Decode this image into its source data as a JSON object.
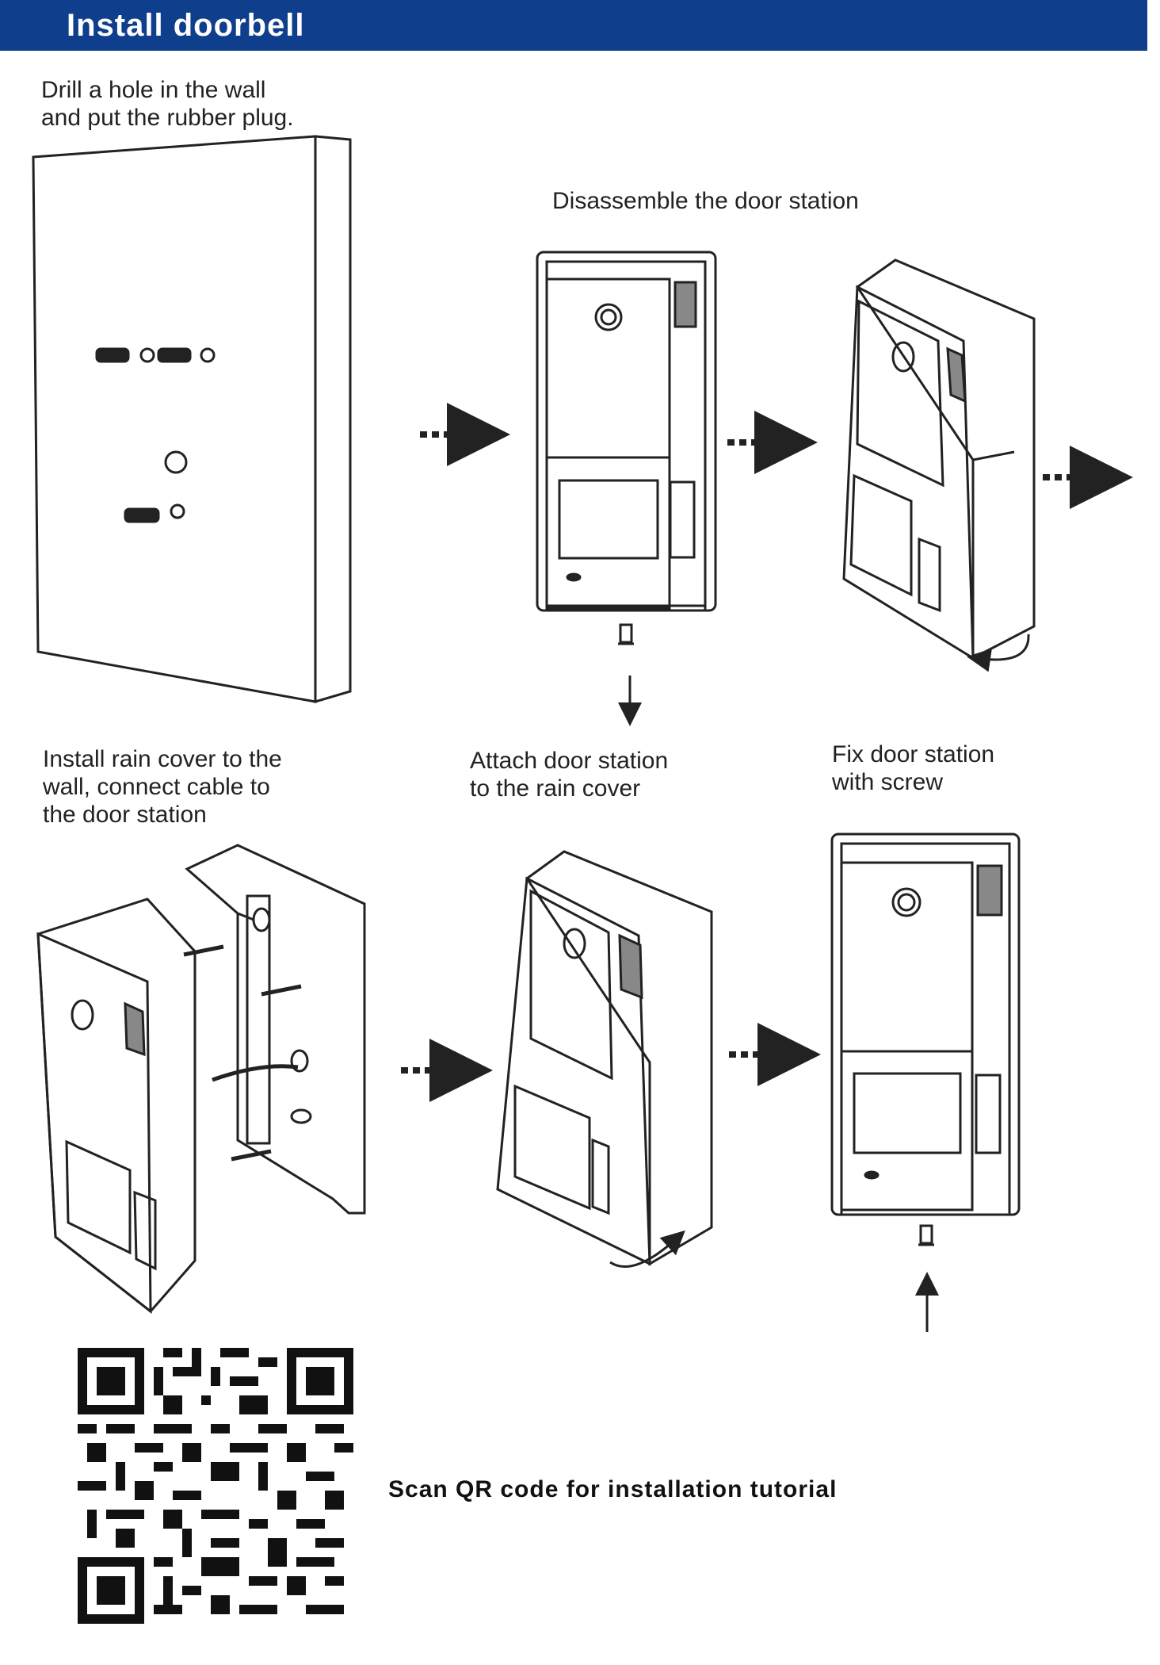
{
  "header": {
    "title": "Install doorbell"
  },
  "steps": {
    "drill": [
      "Drill a hole in the wall",
      "and put the rubber plug."
    ],
    "disassemble": "Disassemble the door station",
    "rain_cover": [
      "Install rain cover to the",
      "wall, connect cable to",
      "the door station"
    ],
    "attach": [
      "Attach door station",
      "to the rain cover"
    ],
    "fix": [
      "Fix door station",
      "with screw"
    ]
  },
  "qr": {
    "caption": "Scan QR code for installation tutorial"
  },
  "colors": {
    "header_bg": "#0f3f8c",
    "header_text": "#ffffff",
    "line": "#222222"
  }
}
